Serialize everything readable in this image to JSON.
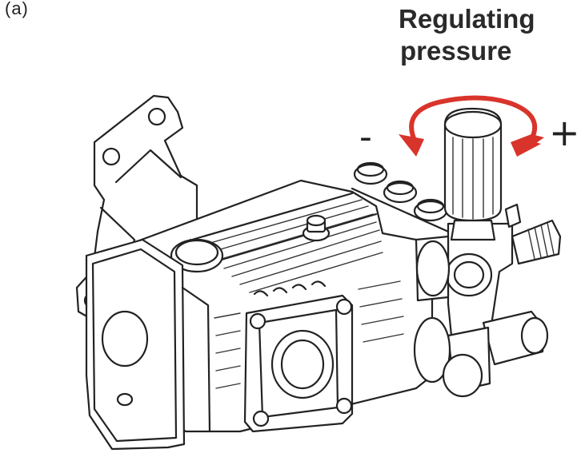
{
  "figure_label": "(a)",
  "title": {
    "line1": "Regulating",
    "line2": "pressure"
  },
  "direction_signs": {
    "decrease": "-",
    "increase": "+"
  },
  "colors": {
    "arrow": "#d9342b",
    "linework": "#222222",
    "text": "#2a2a2a"
  },
  "icons": [
    "rotation-arrow-icon",
    "pressure-pump-drawing"
  ]
}
